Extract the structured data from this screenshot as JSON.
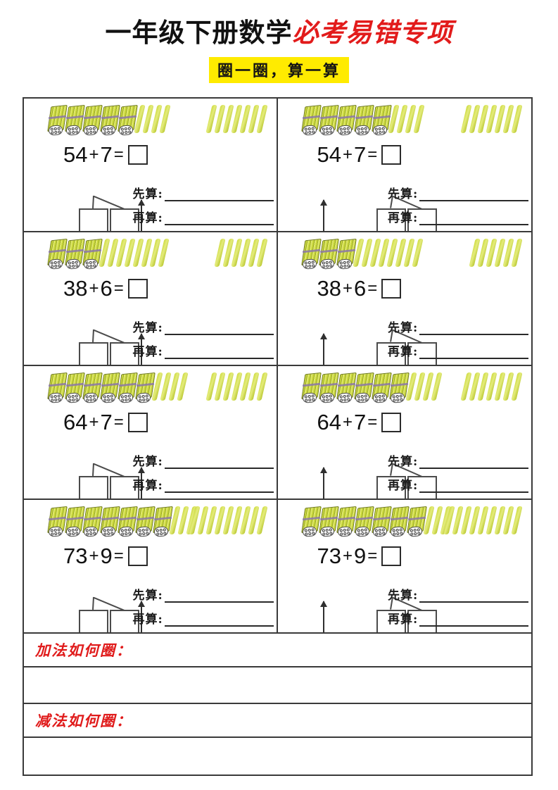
{
  "header": {
    "title_black": "一年级下册数学",
    "title_red": "必考易错专项",
    "subtitle": "圈一圈，算一算"
  },
  "labels": {
    "step_first": "先算:",
    "step_then": "再算:"
  },
  "colors": {
    "title_black": "#111111",
    "title_red": "#e21b1b",
    "subtitle_highlight": "#ffeb00",
    "prompt_red": "#e01b1b",
    "stick_green": "#cdda3f",
    "border": "#3a3a3a"
  },
  "problems": [
    {
      "id": "p1-left",
      "expression": "54+7=",
      "first_number": "54",
      "operator": "+",
      "second_number": "7",
      "equals": "=",
      "bundles": 5,
      "loose_ones": 4,
      "addend_sticks": 7,
      "split_target": "first"
    },
    {
      "id": "p1-right",
      "expression": "54+7=",
      "first_number": "54",
      "operator": "+",
      "second_number": "7",
      "equals": "=",
      "bundles": 5,
      "loose_ones": 4,
      "addend_sticks": 7,
      "split_target": "second"
    },
    {
      "id": "p2-left",
      "expression": "38+6=",
      "first_number": "38",
      "operator": "+",
      "second_number": "6",
      "equals": "=",
      "bundles": 3,
      "loose_ones": 8,
      "addend_sticks": 6,
      "split_target": "first"
    },
    {
      "id": "p2-right",
      "expression": "38+6=",
      "first_number": "38",
      "operator": "+",
      "second_number": "6",
      "equals": "=",
      "bundles": 3,
      "loose_ones": 8,
      "addend_sticks": 6,
      "split_target": "second"
    },
    {
      "id": "p3-left",
      "expression": "64+7=",
      "first_number": "64",
      "operator": "+",
      "second_number": "7",
      "equals": "=",
      "bundles": 6,
      "loose_ones": 4,
      "addend_sticks": 7,
      "split_target": "first"
    },
    {
      "id": "p3-right",
      "expression": "64+7=",
      "first_number": "64",
      "operator": "+",
      "second_number": "7",
      "equals": "=",
      "bundles": 6,
      "loose_ones": 4,
      "addend_sticks": 7,
      "split_target": "second"
    },
    {
      "id": "p4-left",
      "expression": "73+9=",
      "first_number": "73",
      "operator": "+",
      "second_number": "9",
      "equals": "=",
      "bundles": 7,
      "loose_ones": 3,
      "addend_sticks": 9,
      "split_target": "first"
    },
    {
      "id": "p4-right",
      "expression": "73+9=",
      "first_number": "73",
      "operator": "+",
      "second_number": "9",
      "equals": "=",
      "bundles": 7,
      "loose_ones": 3,
      "addend_sticks": 9,
      "split_target": "second"
    }
  ],
  "prompts": [
    {
      "label": "加法如何圈：",
      "answer": ""
    },
    {
      "label": "减法如何圈：",
      "answer": ""
    }
  ]
}
